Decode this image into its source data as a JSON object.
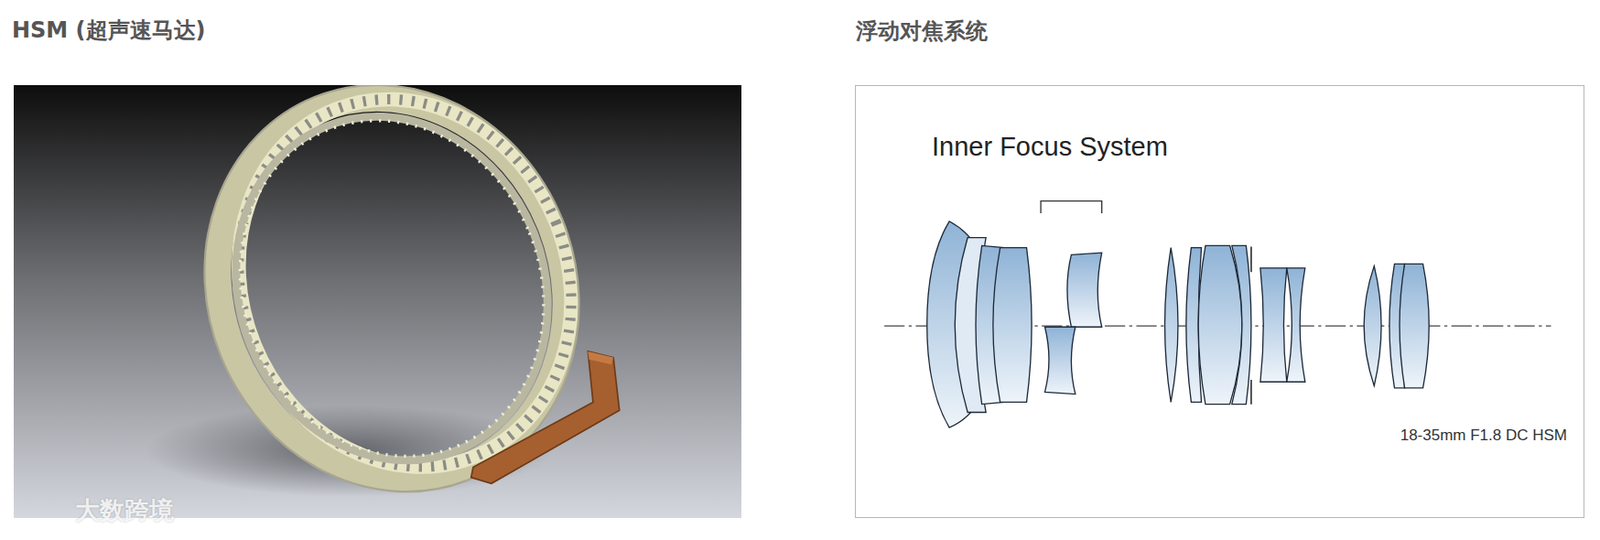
{
  "diagram": {
    "nodes": [
      {
        "text": [
          "HSM (超声速马达)"
        ]
      },
      {
        "text": [
          "浮动对焦系统",
          "Inner Focus System",
          "18-35mm F1.8 DC HSM"
        ]
      }
    ],
    "labels": [
      "大数跨境"
    ]
  }
}
